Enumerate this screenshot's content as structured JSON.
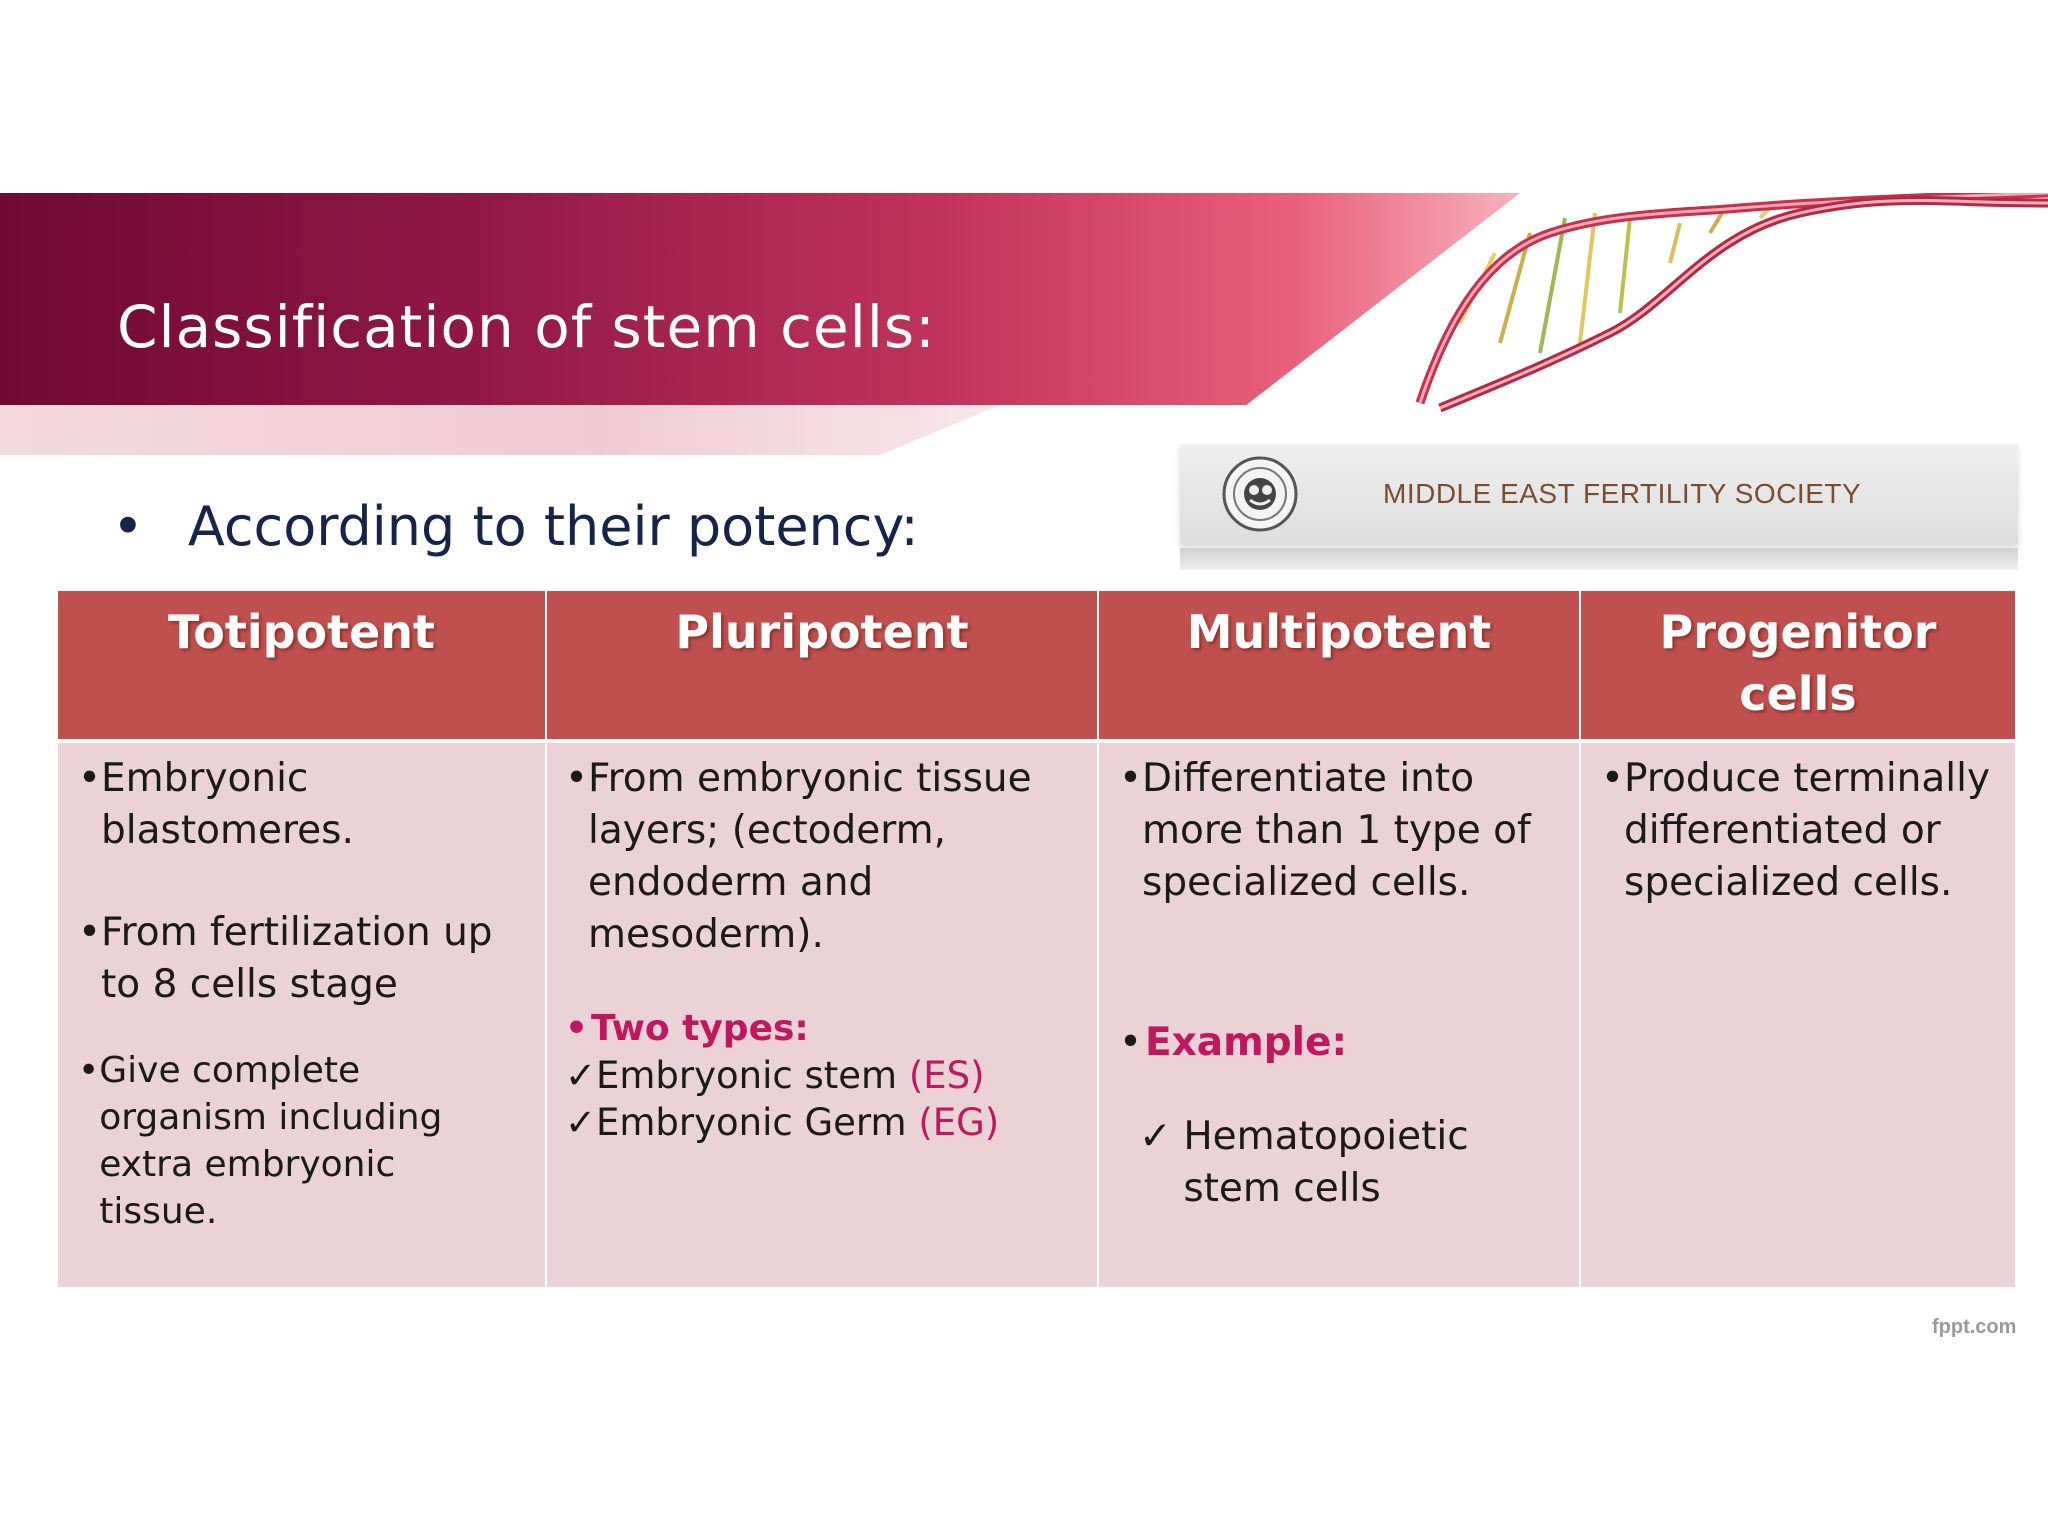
{
  "slide": {
    "title": "Classification of stem cells:",
    "subtitle": "According to their potency:",
    "bullet": "•",
    "society": "MIDDLE EAST FERTILITY SOCIETY",
    "watermark": "fppt.com"
  },
  "table": {
    "headers": [
      "Totipotent",
      "Pluripotent",
      "Multipotent",
      "Progenitor cells"
    ],
    "totipotent": {
      "p1": "Embryonic blastomeres.",
      "p2": "From fertilization up to 8 cells stage",
      "p3": "Give complete organism including extra embryonic tissue."
    },
    "pluripotent": {
      "p1": "From embryonic tissue layers; (ectoderm, endoderm and mesoderm).",
      "types_label": "Two types:",
      "type1_text": "Embryonic stem",
      "type1_abbr": "(ES)",
      "type2_text": "Embryonic Germ",
      "type2_abbr": "(EG)"
    },
    "multipotent": {
      "p1": "Differentiate into more than 1 type of specialized cells.",
      "example_label": "Example:",
      "example_item": "Hematopoietic stem cells"
    },
    "progenitor": {
      "p1": "Produce terminally differentiated or specialized cells."
    }
  },
  "colors": {
    "banner_dark": "#6e0a32",
    "header_fill": "#c0504d",
    "cell_fill": "#ebd2d6",
    "highlight": "#c0185f",
    "title_text": "#ffffff",
    "subtitle_text": "#17244a"
  },
  "icons": [
    "dna-helix-graphic",
    "society-logo",
    "check-icon"
  ]
}
